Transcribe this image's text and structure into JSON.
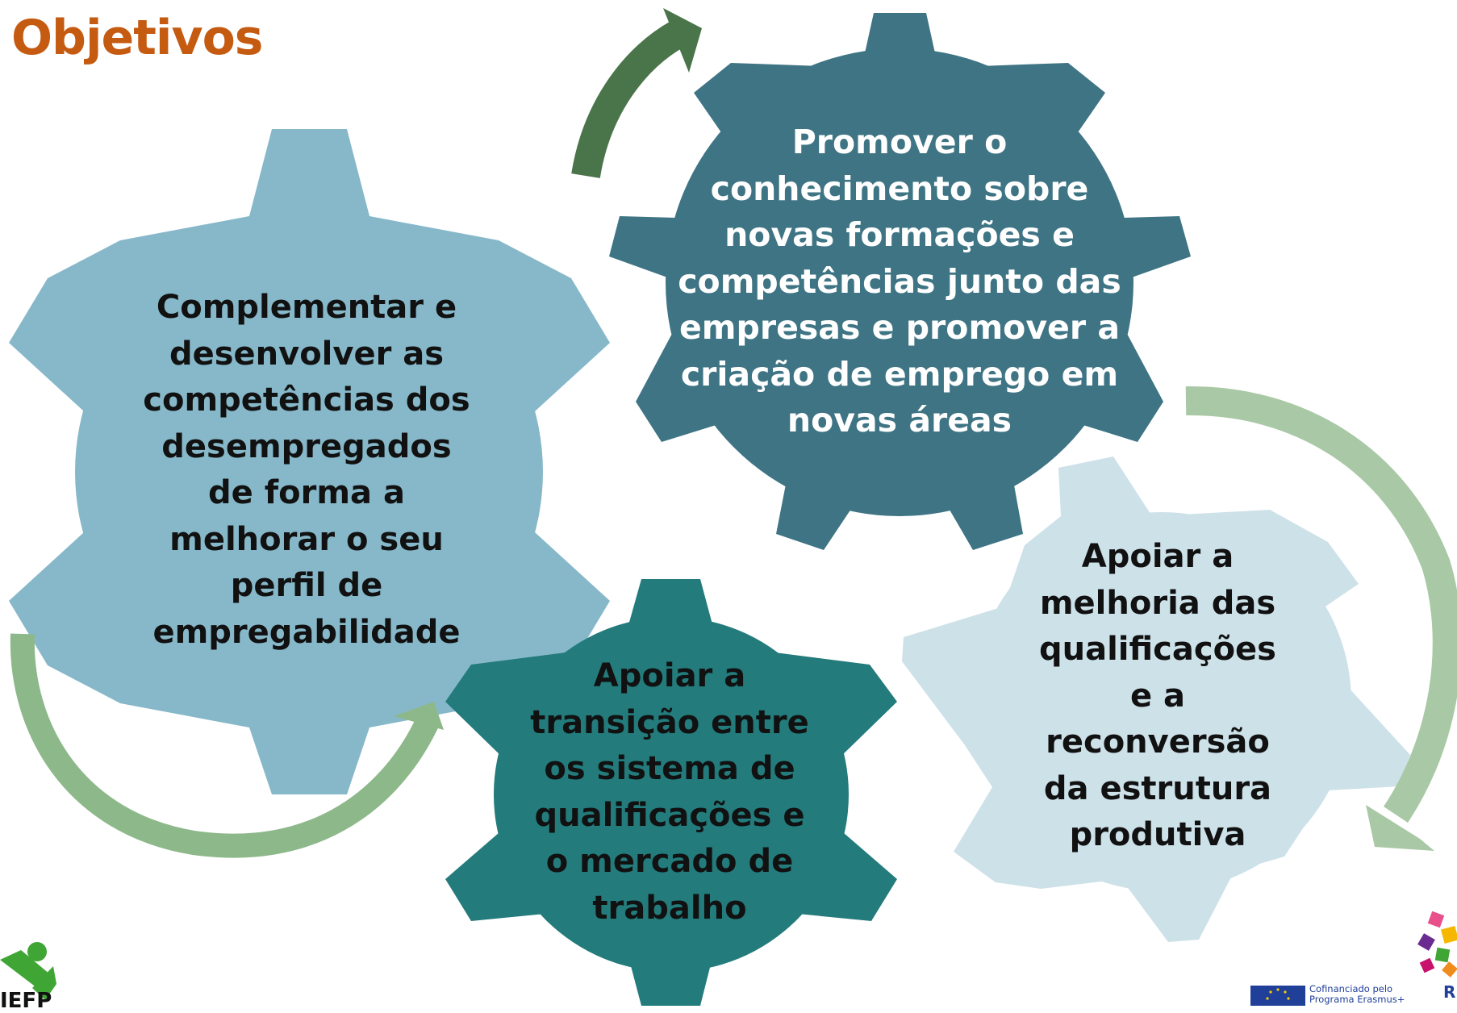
{
  "title": "Objetivos",
  "gears": [
    {
      "id": "promover",
      "color": "#3e7484",
      "lines": [
        "Promover o",
        "conhecimento sobre",
        "novas formações e",
        "competências junto das",
        "empresas e promover a",
        "criação de emprego em",
        "novas áreas"
      ]
    },
    {
      "id": "complementar",
      "color": "#86b8c9",
      "lines": [
        "Complementar e",
        "desenvolver as",
        "competências dos",
        "desempregados",
        "de forma a",
        "melhorar o seu",
        "perfil de",
        "empregabilidade"
      ]
    },
    {
      "id": "transicao",
      "color": "#237b7c",
      "lines": [
        "Apoiar a",
        "transição entre",
        "os sistema de",
        "qualificações e",
        "o mercado de",
        "trabalho"
      ]
    },
    {
      "id": "melhoria",
      "color": "#cde1e9",
      "lines": [
        "Apoiar a",
        "melhoria das",
        "qualificações",
        "e a",
        "reconversão",
        "da estrutura",
        "produtiva"
      ]
    }
  ],
  "arrow_colors": {
    "dark_green": "#4a744a",
    "light_green": "#a9c8a5",
    "mid_green": "#8db88a"
  },
  "logos": {
    "left_text": "IEFP",
    "eu_line1": "Cofinanciado pelo",
    "eu_line2": "Programa Erasmus+",
    "right_text": "R",
    "eu_flag_icon": "eu-flag-icon",
    "iefp_icon": "iefp-logo-icon",
    "right_icon": "puzzle-logo-icon"
  }
}
